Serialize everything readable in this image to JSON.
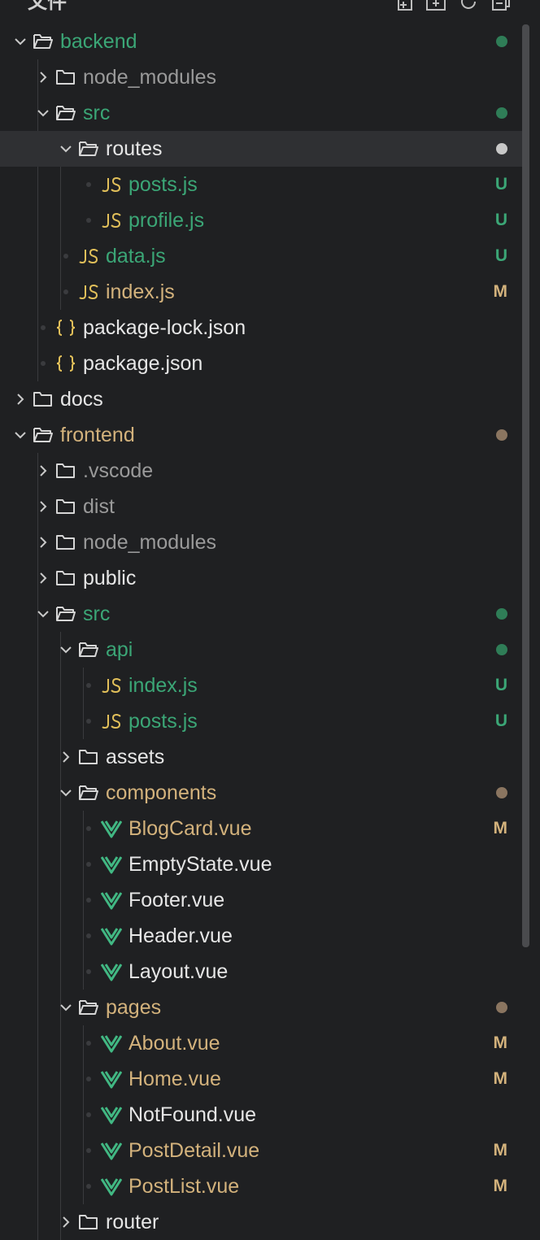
{
  "header": {
    "title": "文件"
  },
  "colors": {
    "added": "#3ba676",
    "modified": "#d3b27c",
    "neutral": "#e6e6e6",
    "muted": "#9a9a9a",
    "js": "#e2c05a",
    "vue": "#41b883",
    "json": "#e2c05a",
    "icon": "#d6d6d6"
  },
  "rows": [
    {
      "label": "backend",
      "depth": 0,
      "kind": "folder",
      "open": true,
      "status": "added",
      "badge": "",
      "dot": "green"
    },
    {
      "label": "node_modules",
      "depth": 1,
      "kind": "folder",
      "open": false,
      "status": "muted",
      "badge": "",
      "dot": ""
    },
    {
      "label": "src",
      "depth": 1,
      "kind": "folder",
      "open": true,
      "status": "added",
      "badge": "",
      "dot": "green"
    },
    {
      "label": "routes",
      "depth": 2,
      "kind": "folder",
      "open": true,
      "status": "neutral",
      "badge": "",
      "dot": "grey",
      "selected": true
    },
    {
      "label": "posts.js",
      "depth": 3,
      "kind": "js",
      "status": "added",
      "badge": "U"
    },
    {
      "label": "profile.js",
      "depth": 3,
      "kind": "js",
      "status": "added",
      "badge": "U"
    },
    {
      "label": "data.js",
      "depth": 2,
      "kind": "js",
      "status": "added",
      "badge": "U"
    },
    {
      "label": "index.js",
      "depth": 2,
      "kind": "js",
      "status": "modified",
      "badge": "M"
    },
    {
      "label": "package-lock.json",
      "depth": 1,
      "kind": "json",
      "status": "neutral",
      "badge": ""
    },
    {
      "label": "package.json",
      "depth": 1,
      "kind": "json",
      "status": "neutral",
      "badge": ""
    },
    {
      "label": "docs",
      "depth": 0,
      "kind": "folder",
      "open": false,
      "status": "neutral",
      "badge": "",
      "dot": ""
    },
    {
      "label": "frontend",
      "depth": 0,
      "kind": "folder",
      "open": true,
      "status": "modified",
      "badge": "",
      "dot": "brown"
    },
    {
      "label": ".vscode",
      "depth": 1,
      "kind": "folder",
      "open": false,
      "status": "muted",
      "badge": "",
      "dot": ""
    },
    {
      "label": "dist",
      "depth": 1,
      "kind": "folder",
      "open": false,
      "status": "muted",
      "badge": "",
      "dot": ""
    },
    {
      "label": "node_modules",
      "depth": 1,
      "kind": "folder",
      "open": false,
      "status": "muted",
      "badge": "",
      "dot": ""
    },
    {
      "label": "public",
      "depth": 1,
      "kind": "folder",
      "open": false,
      "status": "neutral",
      "badge": "",
      "dot": ""
    },
    {
      "label": "src",
      "depth": 1,
      "kind": "folder",
      "open": true,
      "status": "added",
      "badge": "",
      "dot": "green"
    },
    {
      "label": "api",
      "depth": 2,
      "kind": "folder",
      "open": true,
      "status": "added",
      "badge": "",
      "dot": "green"
    },
    {
      "label": "index.js",
      "depth": 3,
      "kind": "js",
      "status": "added",
      "badge": "U"
    },
    {
      "label": "posts.js",
      "depth": 3,
      "kind": "js",
      "status": "added",
      "badge": "U"
    },
    {
      "label": "assets",
      "depth": 2,
      "kind": "folder",
      "open": false,
      "status": "neutral",
      "badge": "",
      "dot": ""
    },
    {
      "label": "components",
      "depth": 2,
      "kind": "folder",
      "open": true,
      "status": "modified",
      "badge": "",
      "dot": "brown"
    },
    {
      "label": "BlogCard.vue",
      "depth": 3,
      "kind": "vue",
      "status": "modified",
      "badge": "M"
    },
    {
      "label": "EmptyState.vue",
      "depth": 3,
      "kind": "vue",
      "status": "neutral",
      "badge": ""
    },
    {
      "label": "Footer.vue",
      "depth": 3,
      "kind": "vue",
      "status": "neutral",
      "badge": ""
    },
    {
      "label": "Header.vue",
      "depth": 3,
      "kind": "vue",
      "status": "neutral",
      "badge": ""
    },
    {
      "label": "Layout.vue",
      "depth": 3,
      "kind": "vue",
      "status": "neutral",
      "badge": ""
    },
    {
      "label": "pages",
      "depth": 2,
      "kind": "folder",
      "open": true,
      "status": "modified",
      "badge": "",
      "dot": "brown"
    },
    {
      "label": "About.vue",
      "depth": 3,
      "kind": "vue",
      "status": "modified",
      "badge": "M"
    },
    {
      "label": "Home.vue",
      "depth": 3,
      "kind": "vue",
      "status": "modified",
      "badge": "M"
    },
    {
      "label": "NotFound.vue",
      "depth": 3,
      "kind": "vue",
      "status": "neutral",
      "badge": ""
    },
    {
      "label": "PostDetail.vue",
      "depth": 3,
      "kind": "vue",
      "status": "modified",
      "badge": "M"
    },
    {
      "label": "PostList.vue",
      "depth": 3,
      "kind": "vue",
      "status": "modified",
      "badge": "M"
    },
    {
      "label": "router",
      "depth": 2,
      "kind": "folder",
      "open": false,
      "status": "neutral",
      "badge": "",
      "dot": ""
    }
  ]
}
